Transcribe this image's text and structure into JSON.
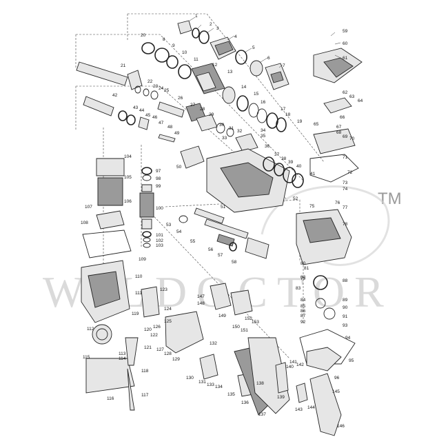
{
  "watermark": {
    "text": "WILDOCTOR",
    "mark": "TM"
  },
  "callouts": [
    {
      "n": "1"
    },
    {
      "n": "2"
    },
    {
      "n": "3"
    },
    {
      "n": "4"
    },
    {
      "n": "5"
    },
    {
      "n": "6"
    },
    {
      "n": "7"
    },
    {
      "n": "8"
    },
    {
      "n": "9"
    },
    {
      "n": "10"
    },
    {
      "n": "11"
    },
    {
      "n": "12"
    },
    {
      "n": "13"
    },
    {
      "n": "14"
    },
    {
      "n": "15"
    },
    {
      "n": "16"
    },
    {
      "n": "17"
    },
    {
      "n": "18"
    },
    {
      "n": "19"
    },
    {
      "n": "20"
    },
    {
      "n": "21"
    },
    {
      "n": "22"
    },
    {
      "n": "23"
    },
    {
      "n": "24"
    },
    {
      "n": "25"
    },
    {
      "n": "26"
    },
    {
      "n": "27"
    },
    {
      "n": "28"
    },
    {
      "n": "29"
    },
    {
      "n": "30"
    },
    {
      "n": "31"
    },
    {
      "n": "32"
    },
    {
      "n": "33"
    },
    {
      "n": "34"
    },
    {
      "n": "35"
    },
    {
      "n": "36"
    },
    {
      "n": "37"
    },
    {
      "n": "38"
    },
    {
      "n": "39"
    },
    {
      "n": "40"
    },
    {
      "n": "41"
    },
    {
      "n": "42"
    },
    {
      "n": "43"
    },
    {
      "n": "44"
    },
    {
      "n": "45"
    },
    {
      "n": "46"
    },
    {
      "n": "47"
    },
    {
      "n": "48"
    },
    {
      "n": "49"
    },
    {
      "n": "50"
    },
    {
      "n": "51"
    },
    {
      "n": "52"
    },
    {
      "n": "53"
    },
    {
      "n": "54"
    },
    {
      "n": "55"
    },
    {
      "n": "56"
    },
    {
      "n": "57"
    },
    {
      "n": "58"
    },
    {
      "n": "59"
    },
    {
      "n": "60"
    },
    {
      "n": "61"
    },
    {
      "n": "62"
    },
    {
      "n": "63"
    },
    {
      "n": "64"
    },
    {
      "n": "65"
    },
    {
      "n": "66"
    },
    {
      "n": "67"
    },
    {
      "n": "68"
    },
    {
      "n": "69"
    },
    {
      "n": "70"
    },
    {
      "n": "71"
    },
    {
      "n": "72"
    },
    {
      "n": "73"
    },
    {
      "n": "74"
    },
    {
      "n": "75"
    },
    {
      "n": "76"
    },
    {
      "n": "77"
    },
    {
      "n": "78"
    },
    {
      "n": "79"
    },
    {
      "n": "80"
    },
    {
      "n": "81"
    },
    {
      "n": "82"
    },
    {
      "n": "83"
    },
    {
      "n": "84"
    },
    {
      "n": "85"
    },
    {
      "n": "86"
    },
    {
      "n": "87"
    },
    {
      "n": "88"
    },
    {
      "n": "89"
    },
    {
      "n": "90"
    },
    {
      "n": "91"
    },
    {
      "n": "92"
    },
    {
      "n": "93"
    },
    {
      "n": "94"
    },
    {
      "n": "95"
    },
    {
      "n": "96"
    },
    {
      "n": "97"
    },
    {
      "n": "98"
    },
    {
      "n": "99"
    },
    {
      "n": "100"
    },
    {
      "n": "101"
    },
    {
      "n": "102"
    },
    {
      "n": "103"
    },
    {
      "n": "104"
    },
    {
      "n": "105"
    },
    {
      "n": "106"
    },
    {
      "n": "107"
    },
    {
      "n": "108"
    },
    {
      "n": "109"
    },
    {
      "n": "110"
    },
    {
      "n": "111"
    },
    {
      "n": "112"
    },
    {
      "n": "113"
    },
    {
      "n": "114"
    },
    {
      "n": "115"
    },
    {
      "n": "116"
    },
    {
      "n": "117"
    },
    {
      "n": "118"
    },
    {
      "n": "119"
    },
    {
      "n": "120"
    },
    {
      "n": "121"
    },
    {
      "n": "122"
    },
    {
      "n": "123"
    },
    {
      "n": "124"
    },
    {
      "n": "125"
    },
    {
      "n": "126"
    },
    {
      "n": "127"
    },
    {
      "n": "128"
    },
    {
      "n": "129"
    },
    {
      "n": "130"
    },
    {
      "n": "131"
    },
    {
      "n": "132"
    },
    {
      "n": "133"
    },
    {
      "n": "134"
    },
    {
      "n": "135"
    },
    {
      "n": "136"
    },
    {
      "n": "137"
    },
    {
      "n": "138"
    },
    {
      "n": "139"
    },
    {
      "n": "140"
    },
    {
      "n": "141"
    },
    {
      "n": "142"
    },
    {
      "n": "143"
    },
    {
      "n": "144"
    },
    {
      "n": "145"
    },
    {
      "n": "146"
    },
    {
      "n": "147"
    },
    {
      "n": "148"
    },
    {
      "n": "149"
    },
    {
      "n": "150"
    },
    {
      "n": "151"
    },
    {
      "n": "152"
    },
    {
      "n": "153"
    }
  ]
}
